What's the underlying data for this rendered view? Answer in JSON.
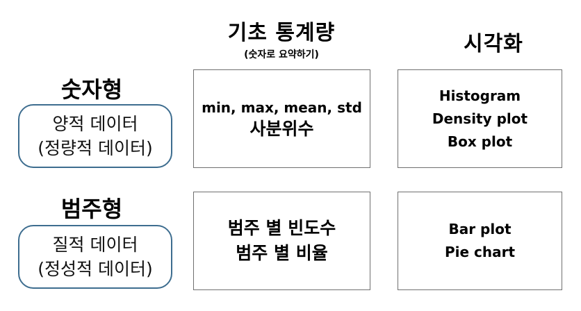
{
  "headers": {
    "basic_stats": "기초 통계량",
    "basic_stats_sub": "(숫자로 요약하기)",
    "visualization": "시각화"
  },
  "rows": {
    "numeric": {
      "title": "숫자형",
      "label_line1": "양적 데이터",
      "label_line2": "(정량적 데이터)",
      "stats_line1": "min, max, mean, std",
      "stats_line2": "사분위수",
      "viz": [
        "Histogram",
        "Density plot",
        "Box plot"
      ]
    },
    "categorical": {
      "title": "범주형",
      "label_line1": "질적 데이터",
      "label_line2": "(정성적 데이터)",
      "stats_line1": "범주 별 빈도수",
      "stats_line2": "범주 별 비율",
      "viz": [
        "Bar plot",
        "Pie chart"
      ]
    }
  }
}
